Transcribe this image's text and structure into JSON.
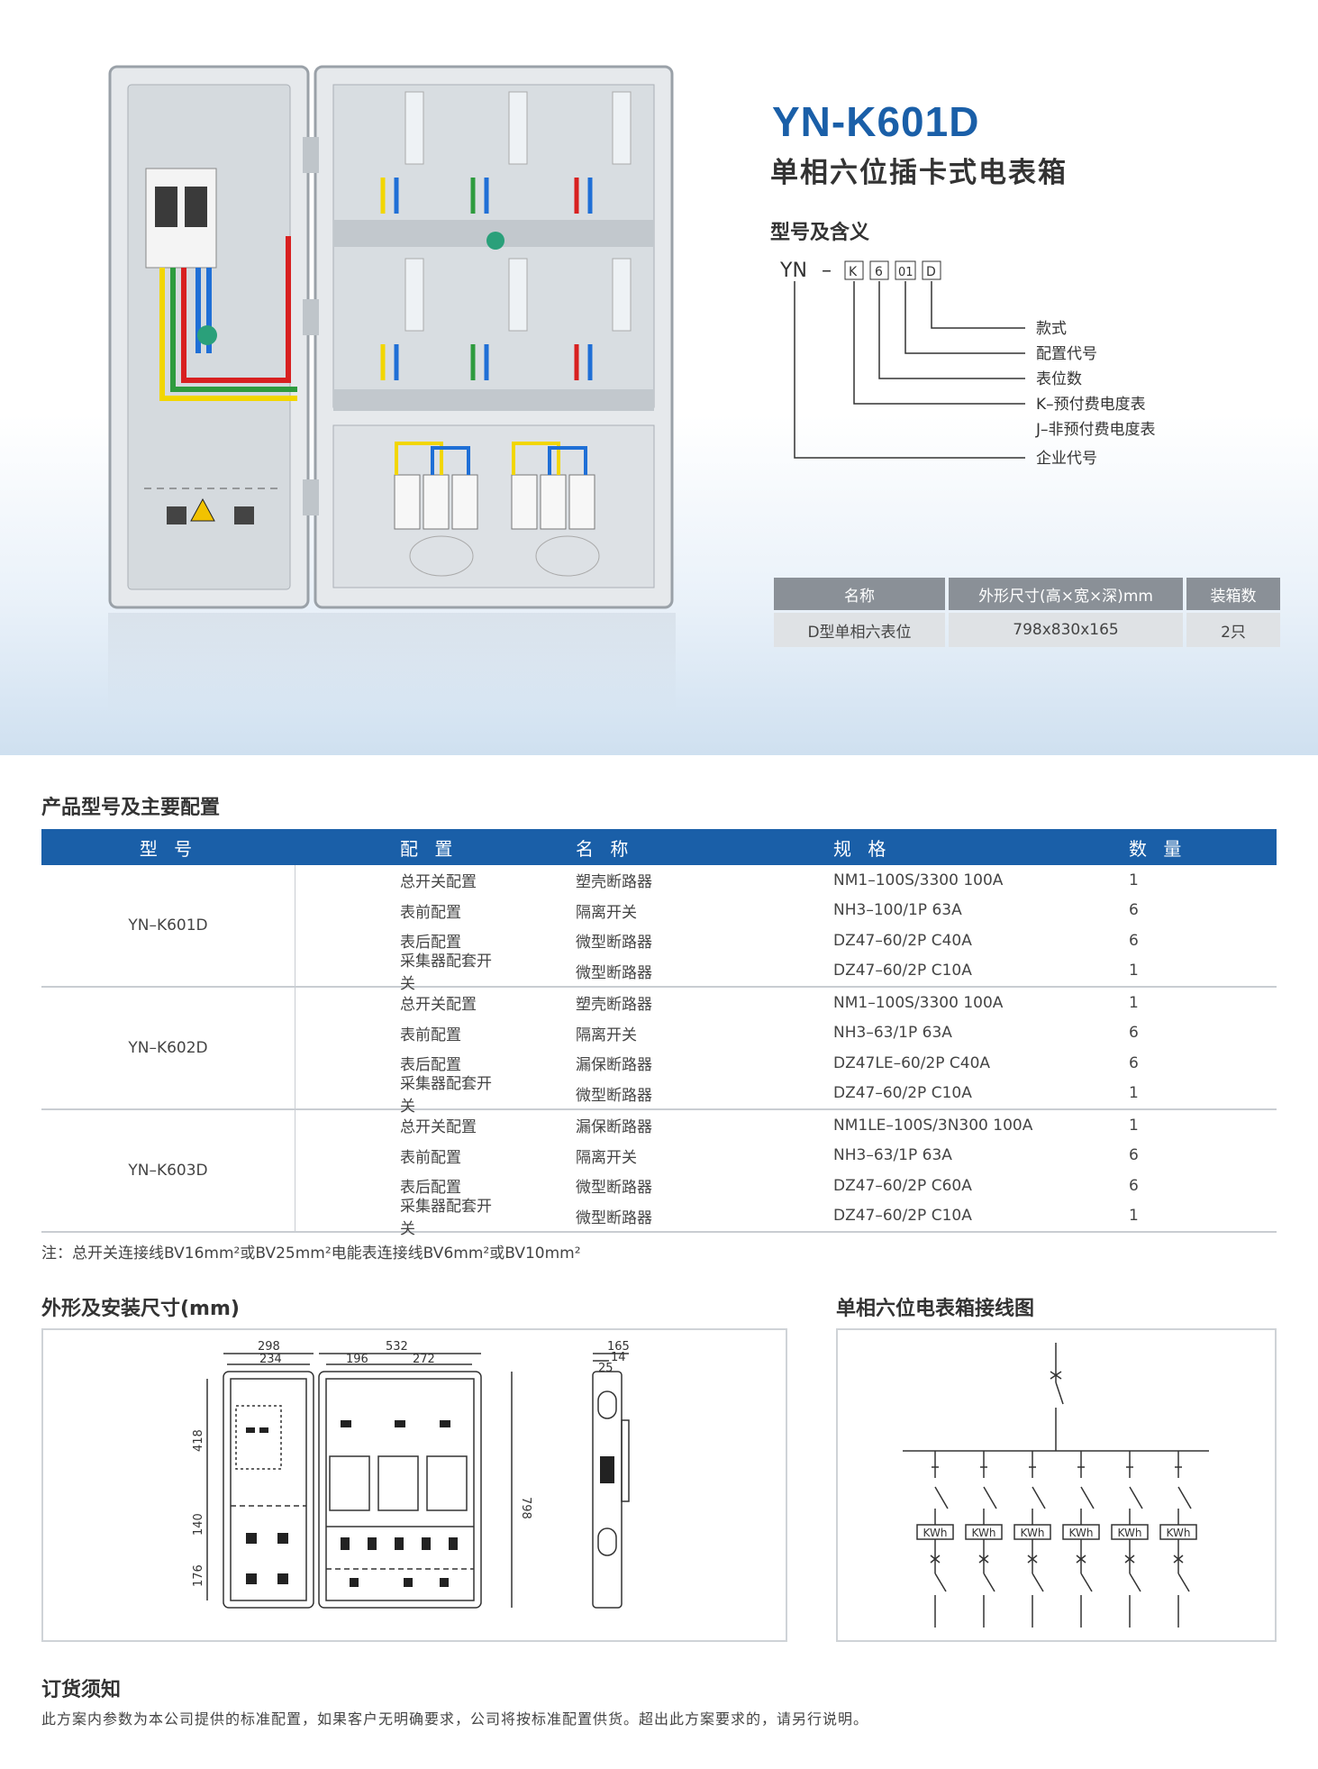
{
  "header": {
    "model": "YN-K601D",
    "subtitle": "单相六位插卡式电表箱",
    "model_meaning_heading": "型号及含义"
  },
  "code": {
    "prefix": "YN",
    "dash": "–",
    "boxes": [
      "K",
      "6",
      "01",
      "D"
    ],
    "meanings": [
      "款式",
      "配置代号",
      "表位数",
      "K–预付费电度表",
      "J–非预付费电度表",
      "企业代号"
    ]
  },
  "spec_table": {
    "headers": [
      "名称",
      "外形尺寸(高×宽×深)mm",
      "装箱数"
    ],
    "row": [
      "D型单相六表位",
      "798x830x165",
      "2只"
    ]
  },
  "config": {
    "title": "产品型号及主要配置",
    "headers": [
      "型 号",
      "配 置",
      "名 称",
      "规 格",
      "数 量"
    ],
    "groups": [
      {
        "model": "YN–K601D",
        "rows": [
          [
            "总开关配置",
            "塑壳断路器",
            "NM1–100S/3300 100A",
            "1"
          ],
          [
            "表前配置",
            "隔离开关",
            "NH3–100/1P 63A",
            "6"
          ],
          [
            "表后配置",
            "微型断路器",
            "DZ47–60/2P  C40A",
            "6"
          ],
          [
            "采集器配套开关",
            "微型断路器",
            "DZ47–60/2P  C10A",
            "1"
          ]
        ]
      },
      {
        "model": "YN–K602D",
        "rows": [
          [
            "总开关配置",
            "塑壳断路器",
            "NM1–100S/3300 100A",
            "1"
          ],
          [
            "表前配置",
            "隔离开关",
            "NH3–63/1P 63A",
            "6"
          ],
          [
            "表后配置",
            "漏保断路器",
            "DZ47LE–60/2P  C40A",
            "6"
          ],
          [
            "采集器配套开关",
            "微型断路器",
            "DZ47–60/2P C10A",
            "1"
          ]
        ]
      },
      {
        "model": "YN–K603D",
        "rows": [
          [
            "总开关配置",
            "漏保断路器",
            "NM1LE–100S/3N300 100A",
            "1"
          ],
          [
            "表前配置",
            "隔离开关",
            "NH3–63/1P 63A",
            "6"
          ],
          [
            "表后配置",
            "微型断路器",
            "DZ47–60/2P  C60A",
            "6"
          ],
          [
            "采集器配套开关",
            "微型断路器",
            "DZ47–60/2P  C10A",
            "1"
          ]
        ]
      }
    ],
    "note": "注：总开关连接线BV16mm²或BV25mm²电能表连接线BV6mm²或BV10mm²"
  },
  "dimensions": {
    "title": "外形及安装尺寸(mm)",
    "labels": [
      "298",
      "234",
      "532",
      "196",
      "272",
      "418",
      "140",
      "176",
      "798",
      "165",
      "14",
      "25"
    ]
  },
  "wiring": {
    "title": "单相六位电表箱接线图",
    "meter_label": "KWh"
  },
  "order": {
    "title": "订货须知",
    "text": "此方案内参数为本公司提供的标准配置，如果客户无明确要求，公司将按标准配置供货。超出此方案要求的，请另行说明。"
  },
  "colors": {
    "brand_blue": "#1a5fa8",
    "table_header_gray": "#8a9097",
    "table_cell_gray": "#dfe2e5"
  }
}
